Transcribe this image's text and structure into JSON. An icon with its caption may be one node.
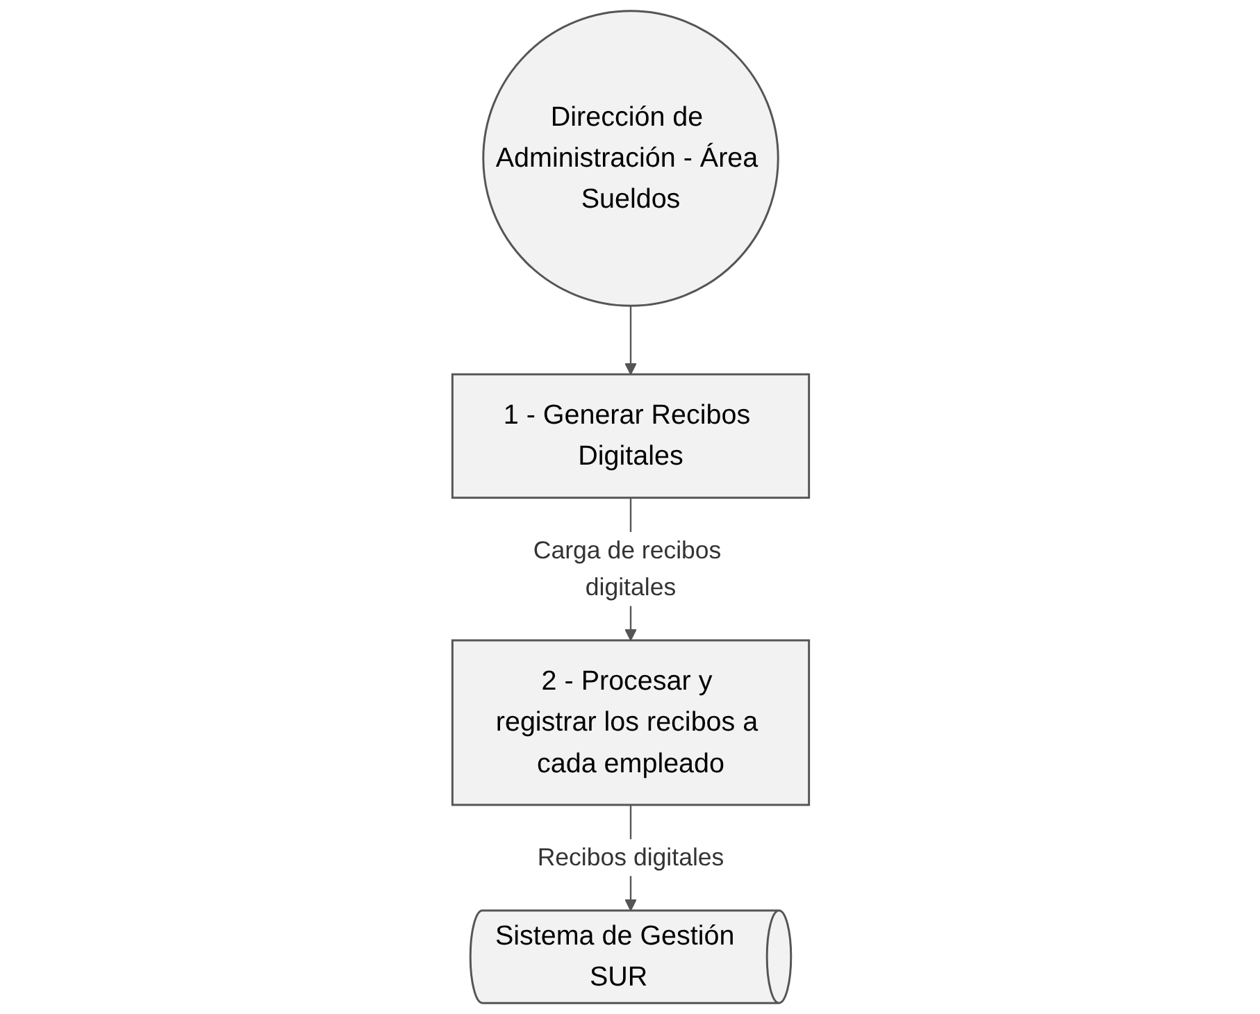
{
  "diagram": {
    "nodes": [
      {
        "text": [
          "Dirección de Administración - Área Sueldos"
        ]
      },
      {
        "text": [
          "1 - Generar Recibos Digitales"
        ]
      },
      {
        "text": [
          "2 - Procesar y registrar los recibos a cada empleado"
        ]
      },
      {
        "text": [
          "Sistema de Gestión SUR"
        ]
      }
    ],
    "edges": [
      {
        "from": 0,
        "to": 1,
        "arrow": "to"
      },
      {
        "from": 1,
        "to": 2,
        "arrow": "to",
        "label": "Carga de recibos digitales"
      },
      {
        "from": 2,
        "to": 3,
        "arrow": "to",
        "label": "Recibos digitales"
      }
    ]
  }
}
